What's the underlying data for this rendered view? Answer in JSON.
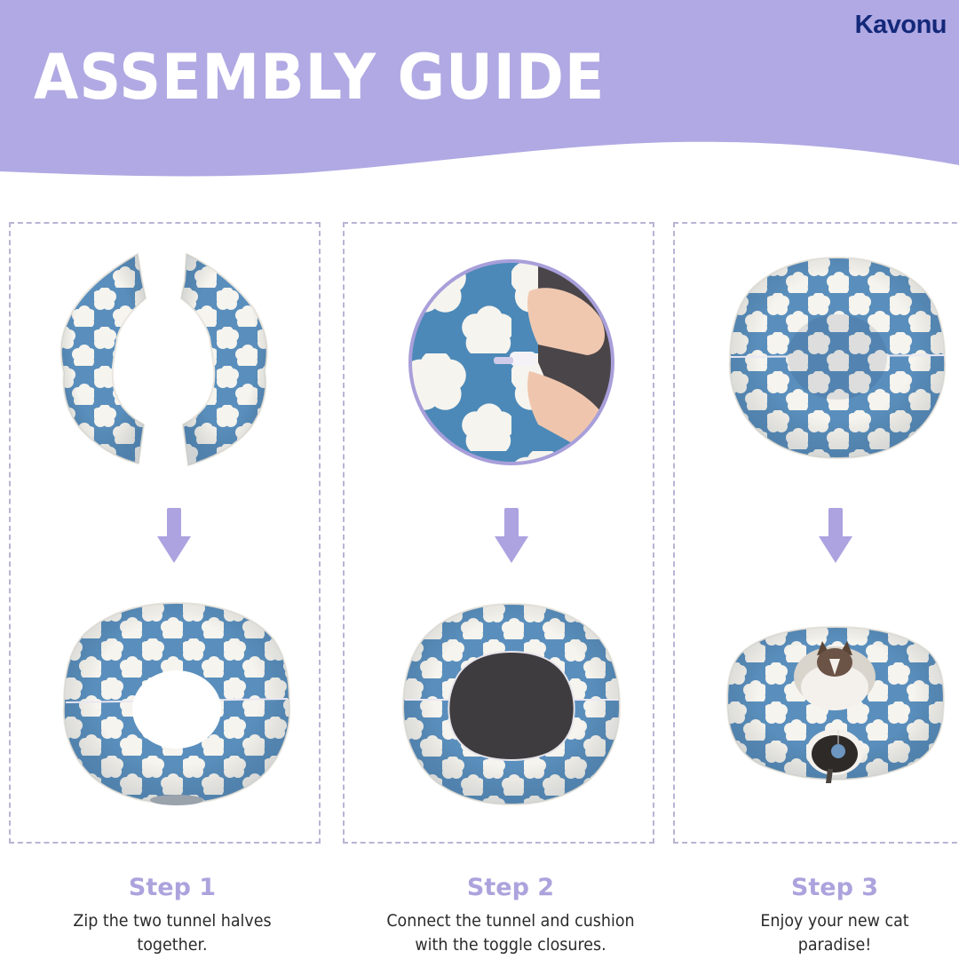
{
  "header": {
    "brand": "Kavonu",
    "title": "ASSEMBLY GUIDE",
    "background_color": "#b0a9e3",
    "title_color": "#ffffff",
    "brand_color": "#14287a"
  },
  "colors": {
    "accent": "#aca3dd",
    "arrow": "#aca3e0",
    "panel_border": "#b9b4d4",
    "fabric_blue": "#5a8fbd",
    "cloud_white": "#f6f4ee",
    "cushion_dark": "#3f3c40"
  },
  "steps": [
    {
      "title": "Step 1",
      "description_line1": "Zip the two tunnel halves",
      "description_line2": "together.",
      "images": {
        "before": "two-tunnel-halves-image",
        "after": "zipped-ring-image"
      }
    },
    {
      "title": "Step 2",
      "description_line1": "Connect the tunnel and cushion",
      "description_line2": "with the toggle closures.",
      "images": {
        "before": "toggle-closure-closeup-image",
        "after": "ring-with-cushion-image"
      }
    },
    {
      "title": "Step 3",
      "description_line1": "Enjoy your new cat",
      "description_line2": "paradise!",
      "images": {
        "before": "assembled-cat-bed-image",
        "after": "cats-using-bed-image"
      }
    }
  ]
}
